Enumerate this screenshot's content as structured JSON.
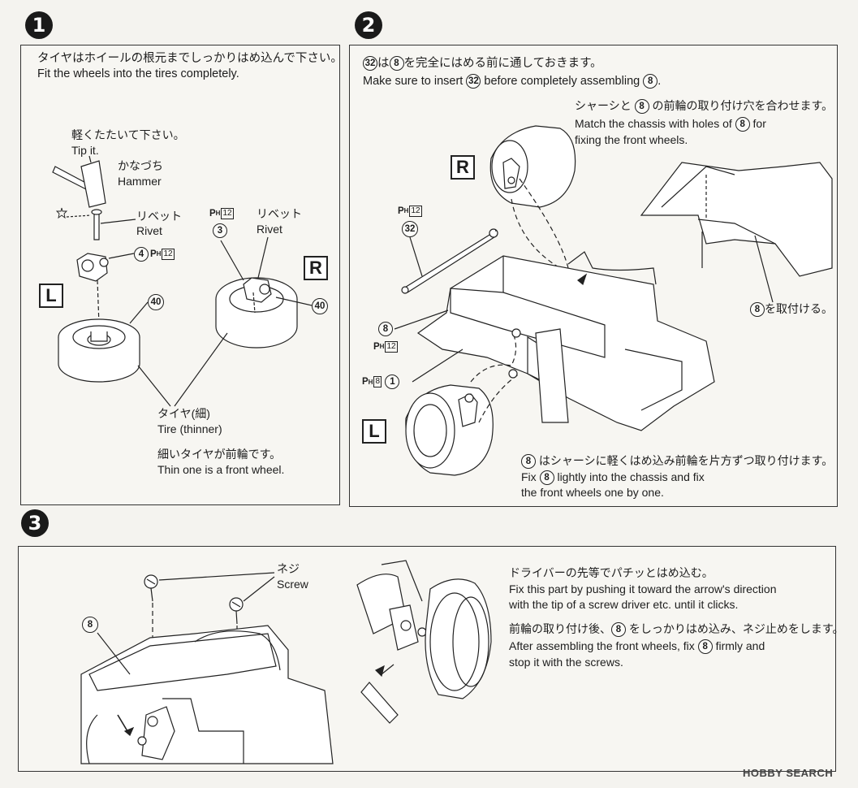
{
  "step1": {
    "number": "1",
    "text_ja": "タイヤはホイールの根元までしっかりはめ込んで下さい。",
    "text_en": "Fit the wheels into the tires completely.",
    "tip_ja": "軽くたたいて下さい。",
    "tip_en": "Tip it.",
    "hammer_ja": "かなづち",
    "hammer_en": "Hammer",
    "rivet_ja": "リベット",
    "rivet_en": "Rivet",
    "rivet2_ja": "リベット",
    "rivet2_en": "Rivet",
    "part4": "4",
    "part3": "3",
    "part40a": "40",
    "part40b": "40",
    "ph": "P",
    "ph_sub": "H",
    "ph_num": "12",
    "side_l": "L",
    "side_r": "R",
    "tire_ja": "タイヤ(細)",
    "tire_en": "Tire (thinner)",
    "front_ja": "細いタイヤが前輪です。",
    "front_en": "Thin one is a front wheel."
  },
  "step2": {
    "number": "2",
    "text1_part": "32",
    "text1_ja_mid": "は",
    "text1_part2": "8",
    "text1_ja_end": "を完全にはめる前に通しておきます。",
    "text2_en_a": "Make sure to insert",
    "text2_en_b": "before completely assembling",
    "text2_en_end": ".",
    "match_ja_a": "シャーシと",
    "match_ja_b": "の前輪の取り付け穴を合わせます。",
    "match_en_a": "Match the chassis with holes of",
    "match_en_b": "for",
    "match_en_c": "fixing the front wheels.",
    "side_r": "R",
    "side_l": "L",
    "ph12_label": "12",
    "ph8_label": "8",
    "part32": "32",
    "part8": "8",
    "part1": "1",
    "attach_ja": "を取付ける。",
    "fix_ja": "はシャーシに軽くはめ込み前輪を片方ずつ取り付けます。",
    "fix_en_a": "Fix",
    "fix_en_b": "lightly into the chassis and fix",
    "fix_en_c": "the front wheels one by one."
  },
  "step3": {
    "number": "3",
    "screw_ja": "ネジ",
    "screw_en": "Screw",
    "part8": "8",
    "driver_ja": "ドライバーの先等でパチッとはめ込む。",
    "driver_en1": "Fix this part by pushing it toward the arrow's direction",
    "driver_en2": "with the tip of a screw driver etc. until it clicks.",
    "after_ja_a": "前輪の取り付け後、",
    "after_ja_b": "をしっかりはめ込み、ネジ止めをします。",
    "after_en_a": "After assembling the front wheels, fix",
    "after_en_b": "firmly and",
    "after_en_c": "stop it with the screws."
  },
  "watermark": "HOBBY SEARCH"
}
